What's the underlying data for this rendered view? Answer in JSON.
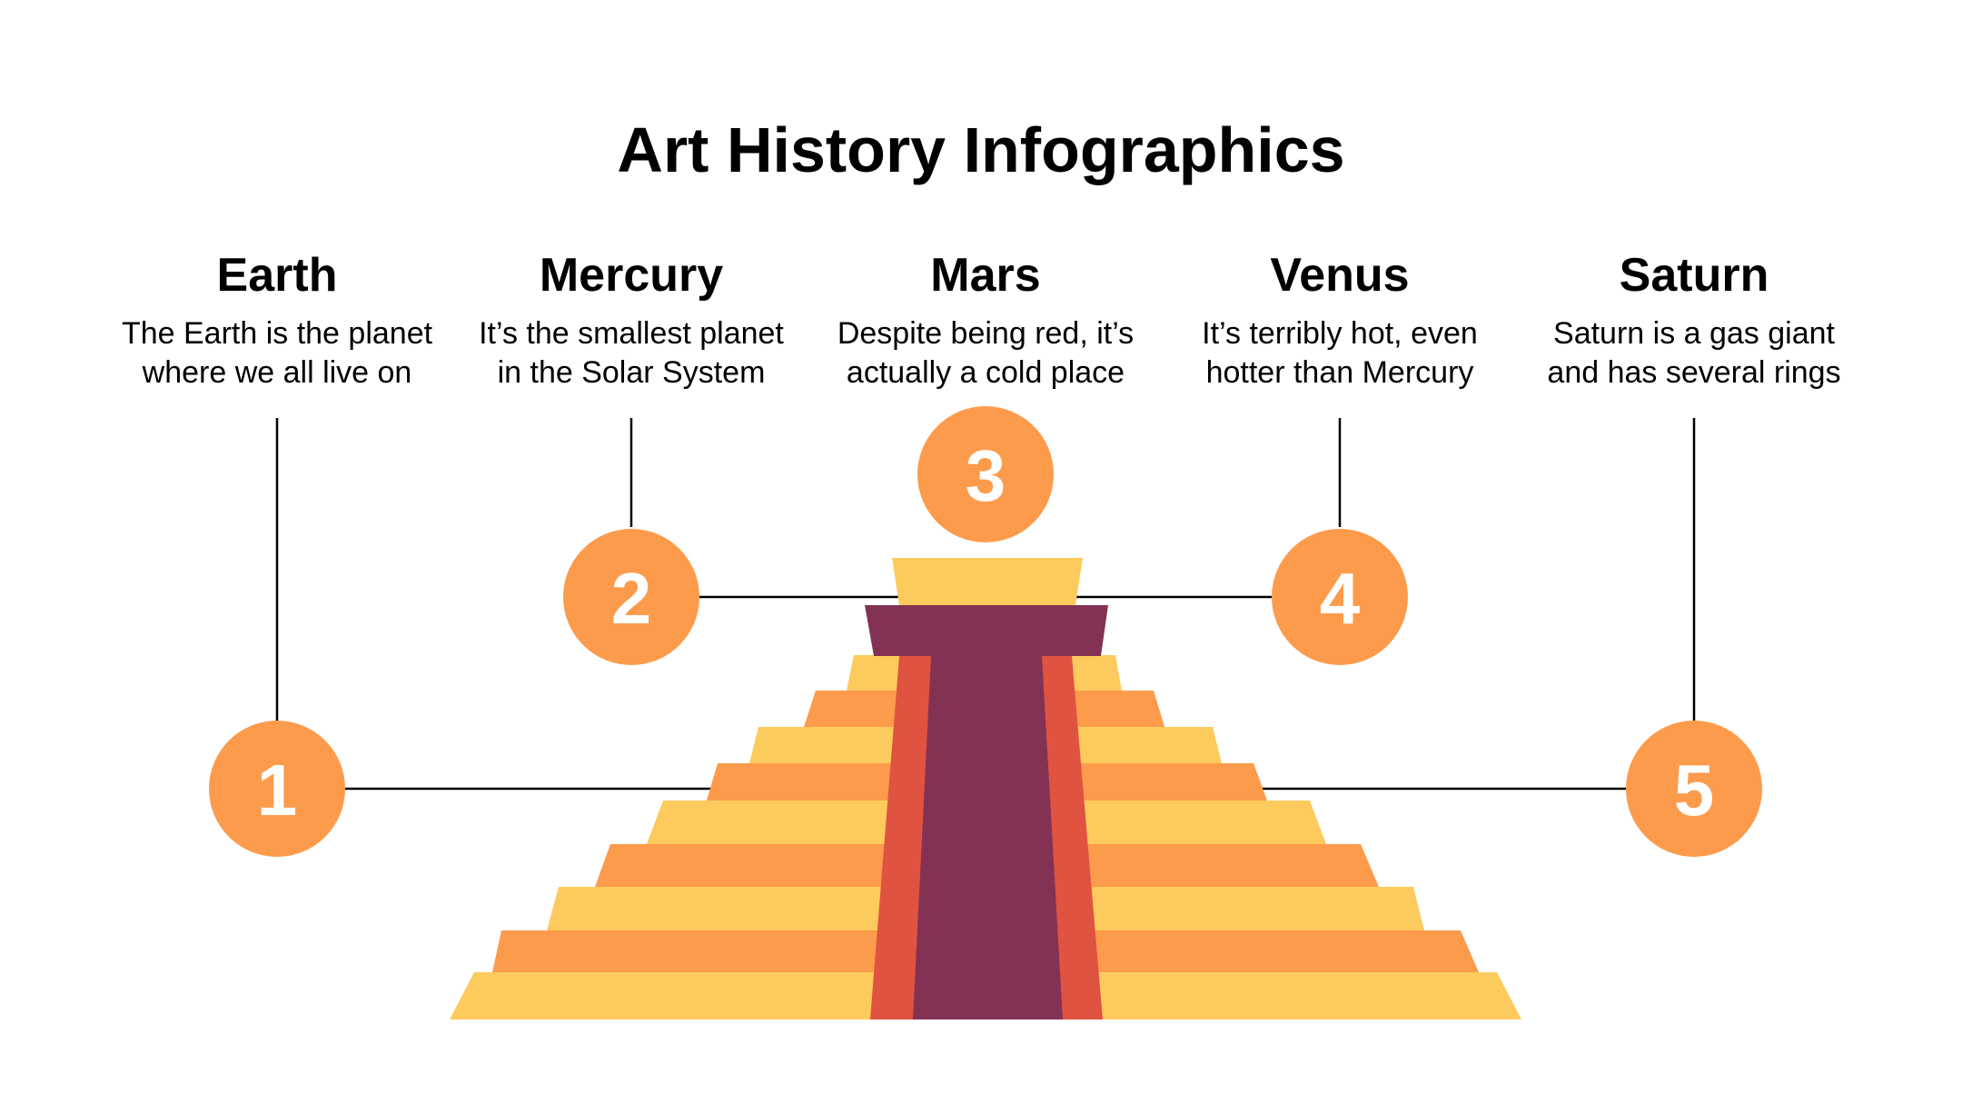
{
  "title": "Art History Infographics",
  "colors": {
    "orange": "#FD9B4C",
    "yellow": "#FDCB5D",
    "plum": "#833253",
    "red": "#E05340",
    "line": "#000000"
  },
  "items": [
    {
      "number": "1",
      "name": "Earth",
      "description_line1": "The Earth is the planet",
      "description_line2": "where we all live on"
    },
    {
      "number": "2",
      "name": "Mercury",
      "description_line1": "It’s the smallest planet",
      "description_line2": "in the Solar System"
    },
    {
      "number": "3",
      "name": "Mars",
      "description_line1": "Despite being red, it’s",
      "description_line2": "actually a cold place"
    },
    {
      "number": "4",
      "name": "Venus",
      "description_line1": "It’s terribly hot, even",
      "description_line2": "hotter than Mercury"
    },
    {
      "number": "5",
      "name": "Saturn",
      "description_line1": "Saturn is a gas giant",
      "description_line2": "and has several rings"
    }
  ]
}
